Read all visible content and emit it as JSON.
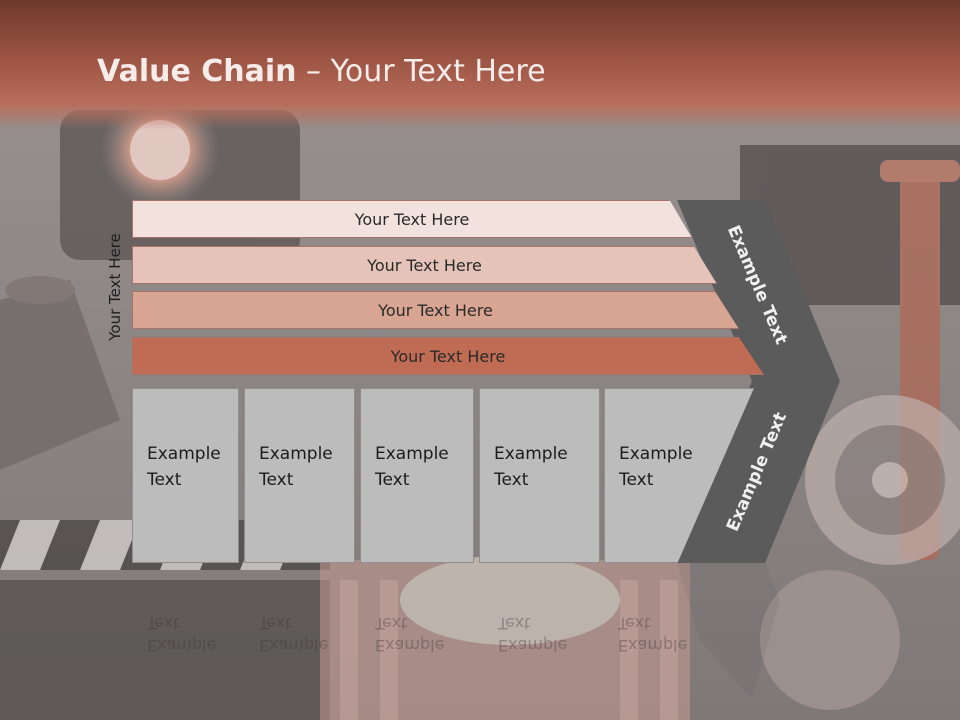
{
  "title": {
    "bold": "Value Chain",
    "rest": " – Your Text Here"
  },
  "side_label": "Your Text Here",
  "bars": [
    {
      "label": "Your Text Here",
      "color": "#f2e2de"
    },
    {
      "label": "Your Text Here",
      "color": "#e6c3b8"
    },
    {
      "label": "Your Text Here",
      "color": "#d8a592"
    },
    {
      "label": "Your Text Here",
      "color": "#c06c55"
    }
  ],
  "boxes": [
    {
      "line1": "Example",
      "line2": "Text"
    },
    {
      "line1": "Example",
      "line2": "Text"
    },
    {
      "line1": "Example",
      "line2": "Text"
    },
    {
      "line1": "Example",
      "line2": "Text"
    },
    {
      "line1": "Example",
      "line2": "Text"
    }
  ],
  "chevron": {
    "upper_label": "Example Text",
    "lower_label": "Example Text",
    "color": "#5b5b5b"
  }
}
